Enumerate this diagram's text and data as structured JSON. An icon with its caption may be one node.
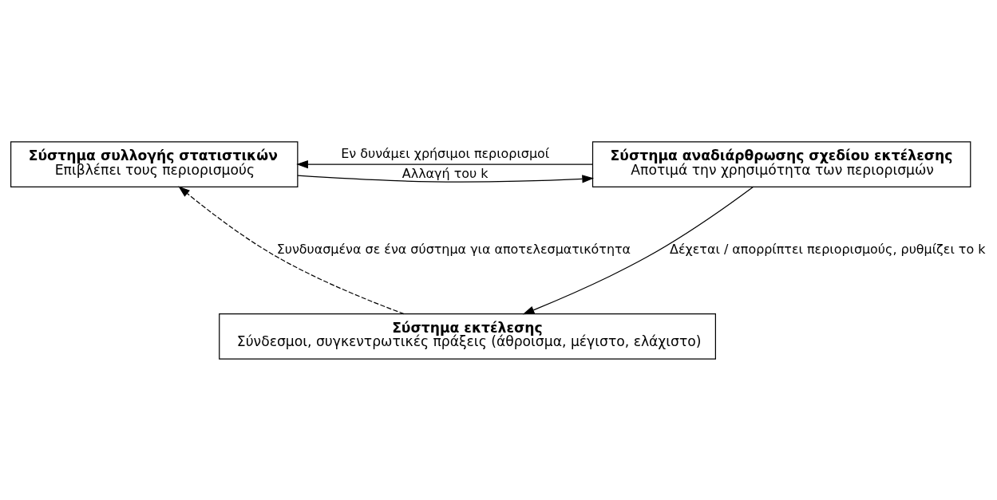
{
  "diagram": {
    "nodes": [
      {
        "text": [
          "Σύστημα συλλογής στατιστικών",
          "Επιβλέπει τους περιορισμούς"
        ]
      },
      {
        "text": [
          "Σύστημα αναδιάρθρωσης σχεδίου εκτέλεσης",
          "Αποτιμά την χρησιμότητα των περιορισμών"
        ]
      },
      {
        "text": [
          "Σύστημα εκτέλεσης",
          "Σύνδεσμοι, συγκεντρωτικές πράξεις (άθροισμα, μέγιστο, ελάχιστο)"
        ]
      }
    ],
    "edges": [
      {
        "from": 1,
        "to": 0,
        "arrow": "to",
        "label": "Εν δυνάμει χρήσιμοι περιορισμοί"
      },
      {
        "from": 0,
        "to": 1,
        "arrow": "to",
        "label": "Αλλαγή του k"
      },
      {
        "from": 1,
        "to": 2,
        "arrow": "to",
        "label": "Δέχεται / απορρίπτει περιορισμούς, ρυθμίζει το k"
      },
      {
        "from": 2,
        "to": 0,
        "arrow": "to",
        "style": "dashed",
        "label": "Συνδυασμένα σε ένα σύστημα για αποτελεσματικότητα"
      }
    ]
  }
}
